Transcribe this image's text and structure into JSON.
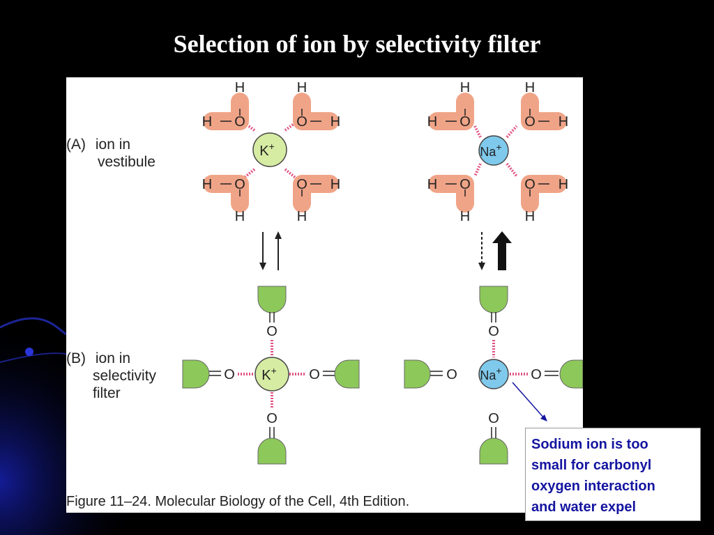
{
  "slide": {
    "title": "Selection of ion by selectivity filter"
  },
  "figure": {
    "panel_a": {
      "letter": "(A)",
      "line1": "ion in",
      "line2": "vestibule"
    },
    "panel_b": {
      "letter": "(B)",
      "line1": "ion in",
      "line2": "selectivity",
      "line3": "filter"
    },
    "caption": "Figure 11–24. Molecular Biology of the Cell, 4th Edition.",
    "ions": {
      "potassium": "K",
      "sodium": "Na",
      "charge": "+"
    },
    "atoms": {
      "hydrogen": "H",
      "oxygen": "O"
    }
  },
  "note": {
    "lines": [
      "Sodium ion is too",
      "small for carbonyl",
      "oxygen interaction",
      "and water expel"
    ]
  },
  "colors": {
    "water_halo": "#f0a487",
    "potassium": "#d6eca3",
    "sodium": "#7fc9ec",
    "carbonyl": "#8dc85a",
    "bond_pink": "#e0527f",
    "note_text": "#1414a0",
    "background_accent": "#1a25c8"
  }
}
